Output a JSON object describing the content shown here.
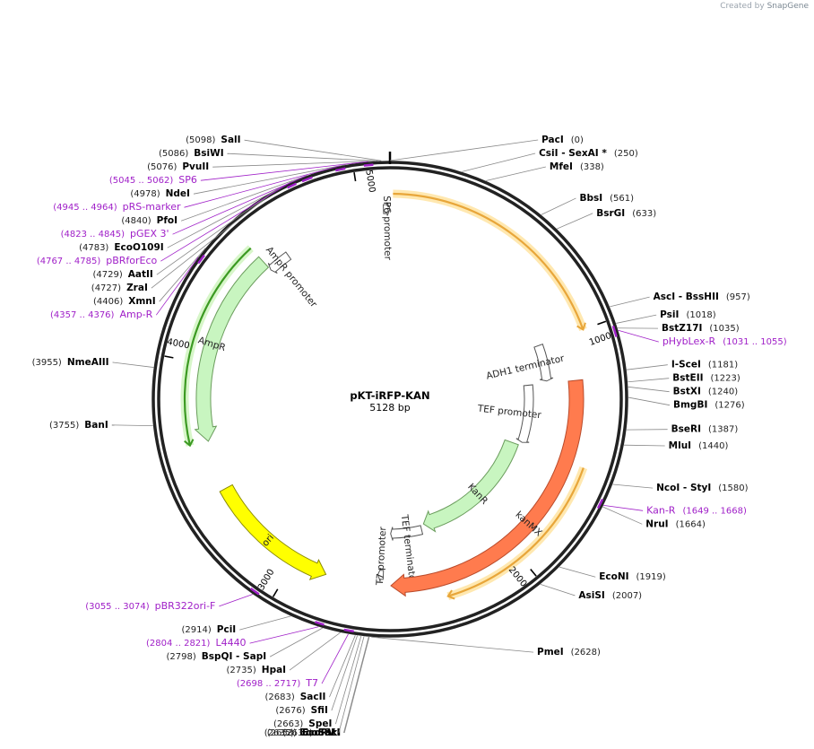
{
  "credit": {
    "prefix": "Created by",
    "brand": "SnapGene"
  },
  "plasmid": {
    "name": "pKT-iRFP-KAN",
    "length_label": "5128 bp",
    "length": 5128
  },
  "ticks": [
    {
      "label": "1000",
      "bp": 1000
    },
    {
      "label": "2000",
      "bp": 2000
    },
    {
      "label": "3000",
      "bp": 3000
    },
    {
      "label": "4000",
      "bp": 4000
    },
    {
      "label": "5000",
      "bp": 5000
    }
  ],
  "enzymes": [
    {
      "name": "SalI",
      "pos": "(5098)",
      "bp": 5098,
      "side": "L"
    },
    {
      "name": "PacI",
      "pos": "(0)",
      "bp": 0,
      "side": "R"
    },
    {
      "name": "CsiI   -  SexAI *",
      "pos": "(250)",
      "bp": 250,
      "side": "R"
    },
    {
      "name": "MfeI",
      "pos": "(338)",
      "bp": 338,
      "side": "R"
    },
    {
      "name": "BbsI",
      "pos": "(561)",
      "bp": 561,
      "side": "R"
    },
    {
      "name": "BsrGI",
      "pos": "(633)",
      "bp": 633,
      "side": "R"
    },
    {
      "name": "AscI   -  BssHII",
      "pos": "(957)",
      "bp": 957,
      "side": "R"
    },
    {
      "name": "PsiI",
      "pos": "(1018)",
      "bp": 1018,
      "side": "R"
    },
    {
      "name": "BstZ17I",
      "pos": "(1035)",
      "bp": 1035,
      "side": "R"
    },
    {
      "name": "I-SceI",
      "pos": "(1181)",
      "bp": 1181,
      "side": "R"
    },
    {
      "name": "BstEII",
      "pos": "(1223)",
      "bp": 1223,
      "side": "R"
    },
    {
      "name": "BstXI",
      "pos": "(1240)",
      "bp": 1240,
      "side": "R"
    },
    {
      "name": "BmgBI",
      "pos": "(1276)",
      "bp": 1276,
      "side": "R"
    },
    {
      "name": "BseRI",
      "pos": "(1387)",
      "bp": 1387,
      "side": "R"
    },
    {
      "name": "MluI",
      "pos": "(1440)",
      "bp": 1440,
      "side": "R"
    },
    {
      "name": "NcoI   -  StyI",
      "pos": "(1580)",
      "bp": 1580,
      "side": "R"
    },
    {
      "name": "NruI",
      "pos": "(1664)",
      "bp": 1664,
      "side": "R"
    },
    {
      "name": "EcoNI",
      "pos": "(1919)",
      "bp": 1919,
      "side": "R"
    },
    {
      "name": "AsiSI",
      "pos": "(2007)",
      "bp": 2007,
      "side": "R"
    },
    {
      "name": "PmeI",
      "pos": "(2628)",
      "bp": 2628,
      "side": "R"
    },
    {
      "name": "Eco53kI",
      "pos": "(2635)",
      "bp": 2635,
      "side": "L"
    },
    {
      "name": "SacI",
      "pos": "(2637)",
      "bp": 2637,
      "side": "L"
    },
    {
      "name": "EcoRV",
      "pos": "(2653)",
      "bp": 2653,
      "side": "L"
    },
    {
      "name": "SpeI",
      "pos": "(2663)",
      "bp": 2663,
      "side": "L"
    },
    {
      "name": "SfiI",
      "pos": "(2676)",
      "bp": 2676,
      "side": "L"
    },
    {
      "name": "SacII",
      "pos": "(2683)",
      "bp": 2683,
      "side": "L"
    },
    {
      "name": "HpaI",
      "pos": "(2735)",
      "bp": 2735,
      "side": "L"
    },
    {
      "name": "BspQI   -  SapI",
      "pos": "(2798)",
      "bp": 2798,
      "side": "L"
    },
    {
      "name": "PciI",
      "pos": "(2914)",
      "bp": 2914,
      "side": "L"
    },
    {
      "name": "BanI",
      "pos": "(3755)",
      "bp": 3755,
      "side": "L"
    },
    {
      "name": "NmeAIII",
      "pos": "(3955)",
      "bp": 3955,
      "side": "L"
    },
    {
      "name": "XmnI",
      "pos": "(4406)",
      "bp": 4406,
      "side": "L"
    },
    {
      "name": "ZraI",
      "pos": "(4727)",
      "bp": 4727,
      "side": "L"
    },
    {
      "name": "AatII",
      "pos": "(4729)",
      "bp": 4729,
      "side": "L"
    },
    {
      "name": "EcoO109I",
      "pos": "(4783)",
      "bp": 4783,
      "side": "L"
    },
    {
      "name": "PfoI",
      "pos": "(4840)",
      "bp": 4840,
      "side": "L"
    },
    {
      "name": "NdeI",
      "pos": "(4978)",
      "bp": 4978,
      "side": "L"
    },
    {
      "name": "PvuII",
      "pos": "(5076)",
      "bp": 5076,
      "side": "L"
    },
    {
      "name": "BsiWI",
      "pos": "(5086)",
      "bp": 5086,
      "side": "L"
    }
  ],
  "primers": [
    {
      "name": "SP6",
      "pos": "(5045 .. 5062)",
      "start": 5045,
      "end": 5062,
      "side": "L"
    },
    {
      "name": "pRS-marker",
      "pos": "(4945 .. 4964)",
      "start": 4945,
      "end": 4964,
      "side": "L"
    },
    {
      "name": "pGEX 3'",
      "pos": "(4823 .. 4845)",
      "start": 4823,
      "end": 4845,
      "side": "L"
    },
    {
      "name": "pBRforEco",
      "pos": "(4767 .. 4785)",
      "start": 4767,
      "end": 4785,
      "side": "L"
    },
    {
      "name": "Amp-R",
      "pos": "(4357 .. 4376)",
      "start": 4357,
      "end": 4376,
      "side": "L"
    },
    {
      "name": "pHybLex-R",
      "pos": "(1031 .. 1055)",
      "start": 1031,
      "end": 1055,
      "side": "R"
    },
    {
      "name": "Kan-R",
      "pos": "(1649 .. 1668)",
      "start": 1649,
      "end": 1668,
      "side": "R"
    },
    {
      "name": "pBR322ori-F",
      "pos": "(3055 .. 3074)",
      "start": 3055,
      "end": 3074,
      "side": "L"
    },
    {
      "name": "L4440",
      "pos": "(2804 .. 2821)",
      "start": 2804,
      "end": 2821,
      "side": "L"
    },
    {
      "name": "T7",
      "pos": "(2698 .. 2717)",
      "start": 2698,
      "end": 2717,
      "side": "L"
    }
  ],
  "features": [
    {
      "name": "SP6 promoter",
      "kind": "promoter",
      "start": 5100,
      "end": 5128,
      "dir": 1
    },
    {
      "name": "AmpR promoter",
      "kind": "promoter",
      "start": 4520,
      "end": 4625,
      "dir": -1
    },
    {
      "name": "AmpR",
      "kind": "cds",
      "color": "#c8f5c0",
      "start": 3660,
      "end": 4520,
      "dir": -1
    },
    {
      "name": "ori",
      "kind": "rep",
      "color": "#ffff00",
      "start": 2850,
      "end": 3440,
      "dir": -1
    },
    {
      "name": "ADH1 terminator",
      "kind": "terminator",
      "start": 1000,
      "end": 1188,
      "dir": 1
    },
    {
      "name": "TEF promoter",
      "kind": "promoter",
      "start": 1200,
      "end": 1540,
      "dir": 1
    },
    {
      "name": "KanR",
      "kind": "cds",
      "color": "#c8f5c0",
      "start": 1560,
      "end": 2350,
      "dir": 1
    },
    {
      "name": "TEF terminator",
      "kind": "terminator",
      "start": 2370,
      "end": 2560,
      "dir": 1
    },
    {
      "name": "T7 promoter",
      "kind": "promoter",
      "start": 2595,
      "end": 2620,
      "dir": 1
    },
    {
      "name": "kanMX",
      "kind": "cds",
      "color": "#ff7b4e",
      "start": 1200,
      "end": 2560,
      "dir": 1
    }
  ],
  "orf_arcs": [
    {
      "color": "#e8a63a",
      "glow": "#ffe8b0",
      "start": 12,
      "end": 1000,
      "dir": 1
    },
    {
      "color": "#e8a63a",
      "glow": "#ffe8b0",
      "start": 1560,
      "end": 2330,
      "dir": 1
    },
    {
      "color": "#3c9a23",
      "glow": "#d7f6c9",
      "start": 3660,
      "end": 4520,
      "dir": -1
    }
  ]
}
